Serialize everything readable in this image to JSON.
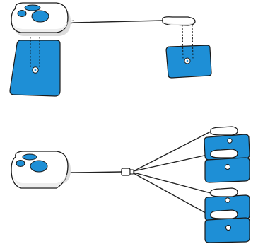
{
  "colors": {
    "pad_fill": "#1e8fd6",
    "button_fill": "#1e8fd6",
    "device_fill": "#ffffff",
    "outline": "#1a1a1a",
    "background": "#ffffff"
  },
  "icons": {
    "device": "tens-stimulator-unit",
    "pad": "electrode-pad",
    "connector": "snap-connector",
    "splitter": "cable-splitter"
  },
  "configurations": [
    {
      "id": "single-pair",
      "device_count": 1,
      "pad_count": 2
    },
    {
      "id": "quad-splitter",
      "device_count": 1,
      "pad_count": 4
    }
  ]
}
